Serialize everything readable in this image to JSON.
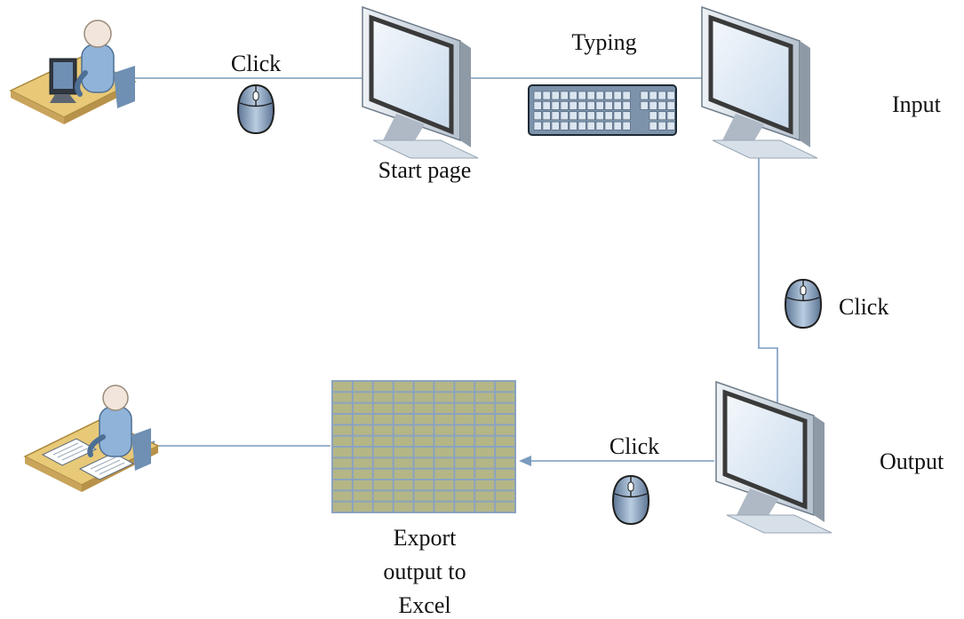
{
  "labels": {
    "click_top": "Click",
    "typing": "Typing",
    "start_page": "Start page",
    "input": "Input",
    "click_right": "Click",
    "output": "Output",
    "click_bottom": "Click",
    "export_line1": "Export",
    "export_line2": "output to",
    "export_line3": "Excel"
  },
  "colors": {
    "connector": "#7a9bbd",
    "monitor_frame": "#d4dbe3",
    "screen": "#dce8f4",
    "desk": "#e8c978",
    "person": "#8fb3d9",
    "mouse": "#8da7c4",
    "keyboard": "#7c93ab",
    "grid_cell": "#b5b686",
    "grid_line": "#8aa3bf"
  },
  "icons": [
    "user-at-computer-icon",
    "monitor-icon",
    "mouse-icon",
    "keyboard-icon",
    "spreadsheet-grid-icon",
    "user-with-documents-icon"
  ]
}
